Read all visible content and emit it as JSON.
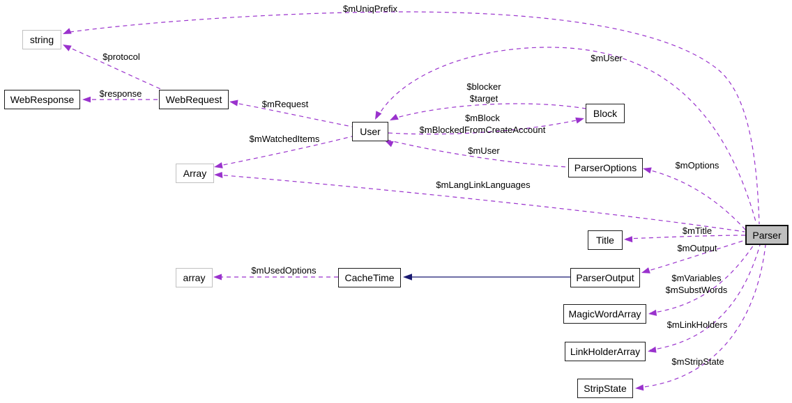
{
  "diagram": {
    "kind": "uml-collaboration-graph",
    "focus_node": "Parser",
    "colors": {
      "usage_edge": "#9a32cd",
      "inheritance_edge": "#191970",
      "node_border": "#1c1c1c",
      "external_node_border": "#c0c0c0",
      "focus_node_fill": "#bfbfbf",
      "background": "#ffffff"
    },
    "nodes": [
      {
        "label": "string",
        "type": "external"
      },
      {
        "label": "WebResponse",
        "type": "class"
      },
      {
        "label": "WebRequest",
        "type": "class"
      },
      {
        "label": "User",
        "type": "class"
      },
      {
        "label": "Block",
        "type": "class"
      },
      {
        "label": "ParserOptions",
        "type": "class"
      },
      {
        "label": "Array",
        "type": "external"
      },
      {
        "label": "Title",
        "type": "class"
      },
      {
        "label": "array",
        "type": "external"
      },
      {
        "label": "CacheTime",
        "type": "class"
      },
      {
        "label": "ParserOutput",
        "type": "class"
      },
      {
        "label": "MagicWordArray",
        "type": "class"
      },
      {
        "label": "LinkHolderArray",
        "type": "class"
      },
      {
        "label": "StripState",
        "type": "class"
      },
      {
        "label": "Parser",
        "type": "focus"
      }
    ],
    "edges": [
      {
        "from": "Parser",
        "to": "string",
        "label": "$mUniqPrefix",
        "relation": "usage"
      },
      {
        "from": "WebRequest",
        "to": "string",
        "label": "$protocol",
        "relation": "usage"
      },
      {
        "from": "WebRequest",
        "to": "WebResponse",
        "label": "$response",
        "relation": "usage"
      },
      {
        "from": "User",
        "to": "WebRequest",
        "label": "$mRequest",
        "relation": "usage"
      },
      {
        "from": "Parser",
        "to": "User",
        "label": "$mUser",
        "relation": "usage"
      },
      {
        "from": "Block",
        "to": "User",
        "label": "$blocker\n$target",
        "relation": "usage"
      },
      {
        "from": "User",
        "to": "Block",
        "label": "$mBlock\n$mBlockedFromCreateAccount",
        "relation": "usage"
      },
      {
        "from": "ParserOptions",
        "to": "User",
        "label": "$mUser",
        "relation": "usage"
      },
      {
        "from": "User",
        "to": "Array",
        "label": "$mWatchedItems",
        "relation": "usage"
      },
      {
        "from": "Parser",
        "to": "ParserOptions",
        "label": "$mOptions",
        "relation": "usage"
      },
      {
        "from": "Parser",
        "to": "Array",
        "label": "$mLangLinkLanguages",
        "relation": "usage"
      },
      {
        "from": "Parser",
        "to": "Title",
        "label": "$mTitle",
        "relation": "usage"
      },
      {
        "from": "Parser",
        "to": "ParserOutput",
        "label": "$mOutput",
        "relation": "usage"
      },
      {
        "from": "CacheTime",
        "to": "array",
        "label": "$mUsedOptions",
        "relation": "usage"
      },
      {
        "from": "ParserOutput",
        "to": "CacheTime",
        "label": "",
        "relation": "inheritance"
      },
      {
        "from": "Parser",
        "to": "MagicWordArray",
        "label": "$mVariables\n$mSubstWords",
        "relation": "usage"
      },
      {
        "from": "Parser",
        "to": "LinkHolderArray",
        "label": "$mLinkHolders",
        "relation": "usage"
      },
      {
        "from": "Parser",
        "to": "StripState",
        "label": "$mStripState",
        "relation": "usage"
      }
    ]
  }
}
